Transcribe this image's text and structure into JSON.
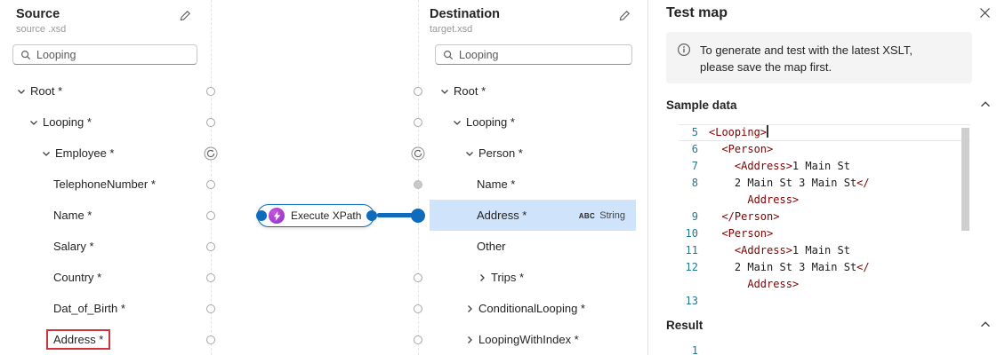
{
  "colors": {
    "accent_blue": "#0f6cbd",
    "selection_blue": "#cfe4fa",
    "annotation_red": "#d13438",
    "function_purple": "#8b2fc9",
    "xml_tag_maroon": "#800000",
    "line_number_teal": "#237893",
    "panel_border_gray": "#e0e0e0"
  },
  "source_panel": {
    "title": "Source",
    "subtitle": "source .xsd",
    "search_value": "Looping",
    "tree": [
      {
        "label": "Root *",
        "level": 0,
        "chevron": "down",
        "port": "plain"
      },
      {
        "label": "Looping *",
        "level": 1,
        "chevron": "down",
        "port": "plain"
      },
      {
        "label": "Employee *",
        "level": 2,
        "chevron": "down",
        "port": "loop"
      },
      {
        "label": "TelephoneNumber *",
        "level": 3,
        "chevron": "none",
        "port": "plain"
      },
      {
        "label": "Name *",
        "level": 3,
        "chevron": "none",
        "port": "plain"
      },
      {
        "label": "Salary *",
        "level": 3,
        "chevron": "none",
        "port": "plain"
      },
      {
        "label": "Country *",
        "level": 3,
        "chevron": "none",
        "port": "plain"
      },
      {
        "label": "Dat_of_Birth *",
        "level": 3,
        "chevron": "none",
        "port": "plain"
      },
      {
        "label": "Address *",
        "level": 3,
        "chevron": "none",
        "port": "plain",
        "highlighted": true
      }
    ]
  },
  "destination_panel": {
    "title": "Destination",
    "subtitle": "target.xsd",
    "search_value": "Looping",
    "tree": [
      {
        "label": "Root *",
        "level": 0,
        "chevron": "down",
        "port": "plain"
      },
      {
        "label": "Looping *",
        "level": 1,
        "chevron": "down",
        "port": "plain"
      },
      {
        "label": "Person *",
        "level": 2,
        "chevron": "down",
        "port": "loop"
      },
      {
        "label": "Name *",
        "level": 3,
        "chevron": "none",
        "port": "gray"
      },
      {
        "label": "Address *",
        "level": 3,
        "chevron": "none",
        "port": "blue",
        "selected": true,
        "type_icon": "ABC",
        "type_label": "String"
      },
      {
        "label": "Other",
        "level": 3,
        "chevron": "none",
        "port": "none"
      },
      {
        "label": "Trips *",
        "level": 3,
        "chevron": "right",
        "port": "plain"
      },
      {
        "label": "ConditionalLooping *",
        "level": 2,
        "chevron": "right",
        "port": "plain"
      },
      {
        "label": "LoopingWithIndex *",
        "level": 2,
        "chevron": "right",
        "port": "plain"
      }
    ]
  },
  "function_node": {
    "label": "Execute XPath"
  },
  "test_panel": {
    "title": "Test map",
    "info_lines": [
      "To generate and test with the latest XSLT,",
      "please save the map first."
    ],
    "sample_data": {
      "label": "Sample data",
      "lines": [
        {
          "num": "5",
          "parts": [
            [
              "tag",
              "<Looping>"
            ]
          ],
          "cursor": true,
          "active": true
        },
        {
          "num": "6",
          "parts": [
            [
              "tag",
              "  <Person>"
            ]
          ]
        },
        {
          "num": "7",
          "parts": [
            [
              "tag",
              "    <Address>"
            ],
            [
              "txt",
              "1 Main St"
            ]
          ]
        },
        {
          "num": "8",
          "parts": [
            [
              "txt",
              "    2 Main St 3 Main St"
            ],
            [
              "tag",
              "</"
            ]
          ]
        },
        {
          "num": "",
          "parts": [
            [
              "tag",
              "      Address>"
            ]
          ]
        },
        {
          "num": "9",
          "parts": [
            [
              "tag",
              "  </Person>"
            ]
          ]
        },
        {
          "num": "10",
          "parts": [
            [
              "tag",
              "  <Person>"
            ]
          ]
        },
        {
          "num": "11",
          "parts": [
            [
              "tag",
              "    <Address>"
            ],
            [
              "txt",
              "1 Main St"
            ]
          ]
        },
        {
          "num": "12",
          "parts": [
            [
              "txt",
              "    2 Main St 3 Main St"
            ],
            [
              "tag",
              "</"
            ]
          ]
        },
        {
          "num": "",
          "parts": [
            [
              "tag",
              "      Address>"
            ]
          ]
        },
        {
          "num": "13",
          "parts": []
        }
      ]
    },
    "result": {
      "label": "Result",
      "first_line_num": "1"
    }
  }
}
